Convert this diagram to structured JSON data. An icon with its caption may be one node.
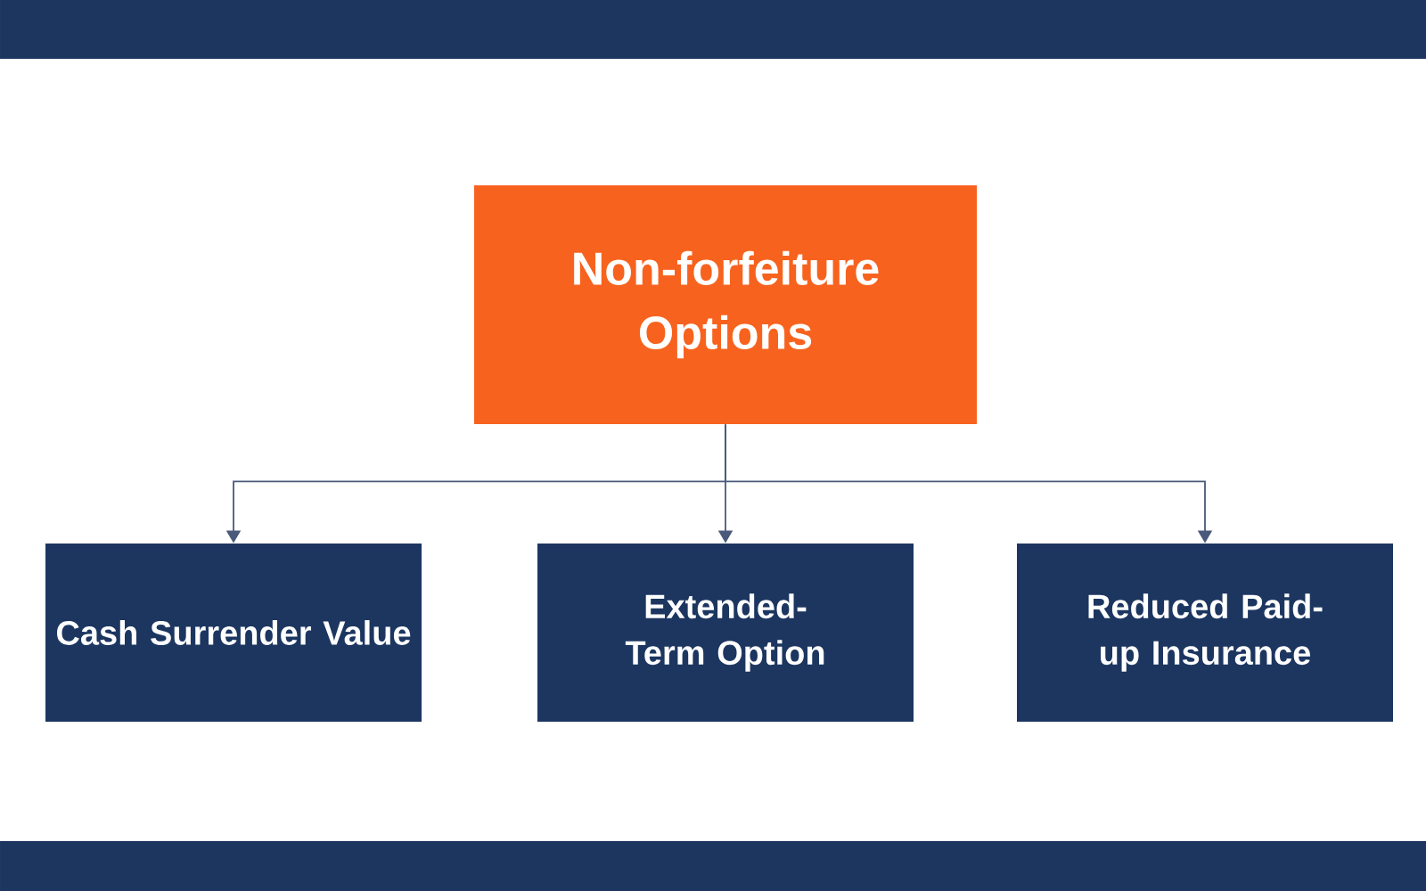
{
  "diagram": {
    "nodes": [
      {
        "text": [
          "Non-forfeiture Options"
        ]
      },
      {
        "text": [
          "Cash Surrender Value"
        ]
      },
      {
        "text": [
          "Extended-Term Option"
        ]
      },
      {
        "text": [
          "Reduced Paid-up Insurance"
        ]
      }
    ],
    "edges": [
      {
        "from": 0,
        "to": 1,
        "arrow": "to"
      },
      {
        "from": 0,
        "to": 2,
        "arrow": "to"
      },
      {
        "from": 0,
        "to": 3,
        "arrow": "to"
      }
    ]
  }
}
